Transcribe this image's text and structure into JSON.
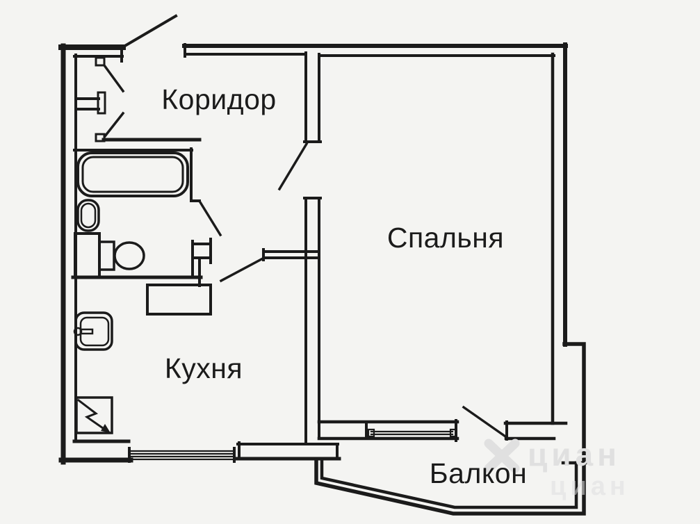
{
  "theme": {
    "page_background": "#f4f4f2",
    "line_color": "#1b1b1b",
    "label_color": "#1b1b1b",
    "watermark_color": "#e0e0e0"
  },
  "rooms": [
    {
      "id": "koridor",
      "label": "Коридор"
    },
    {
      "id": "spalnya",
      "label": "Спальня"
    },
    {
      "id": "kukhnya",
      "label": "Кухня"
    },
    {
      "id": "balkon",
      "label": "Балкон"
    }
  ],
  "watermark": {
    "text": "циан"
  },
  "fixtures": [
    "bathtub",
    "washbasin",
    "toilet",
    "storage-cabinet",
    "built-in-closet",
    "kitchen-counter",
    "kitchen-sink",
    "electric-stove-arrow",
    "kitchen-window",
    "bedroom-window",
    "entrance-door-swing",
    "interior-door-swings",
    "balcony-outline"
  ]
}
